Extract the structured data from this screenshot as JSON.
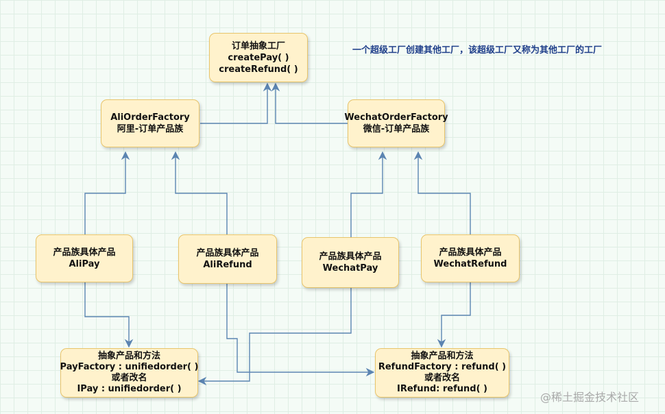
{
  "note": "一个超级工厂创建其他工厂，该超级工厂又称为其他工厂的工厂",
  "watermark": "@稀土掘金技术社区",
  "nodes": {
    "abstract_factory": [
      "订单抽象工厂",
      "createPay( )",
      "createRefund( )"
    ],
    "ali_factory": [
      "AliOrderFactory",
      "阿里-订单产品族"
    ],
    "wechat_factory": [
      "WechatOrderFactory",
      "微信-订单产品族"
    ],
    "ali_pay": [
      "产品族具体产品",
      "AliPay"
    ],
    "ali_refund": [
      "产品族具体产品",
      "AliRefund"
    ],
    "wechat_pay": [
      "产品族具体产品",
      "WechatPay"
    ],
    "wechat_refund": [
      "产品族具体产品",
      "WechatRefund"
    ],
    "pay_abstract": [
      "抽象产品和方法",
      "PayFactory : unifiedorder( )",
      "或者改名",
      "IPay : unifiedorder( )"
    ],
    "refund_abstract": [
      "抽象产品和方法",
      "RefundFactory : refund( )",
      "或者改名",
      "IRefund: refund( )"
    ]
  },
  "colors": {
    "node_fill": "#fff2cc",
    "node_border": "#e8c46a",
    "edge": "#5b84b1",
    "note_text": "#1f3f8a",
    "grid": "#dfeee4"
  }
}
